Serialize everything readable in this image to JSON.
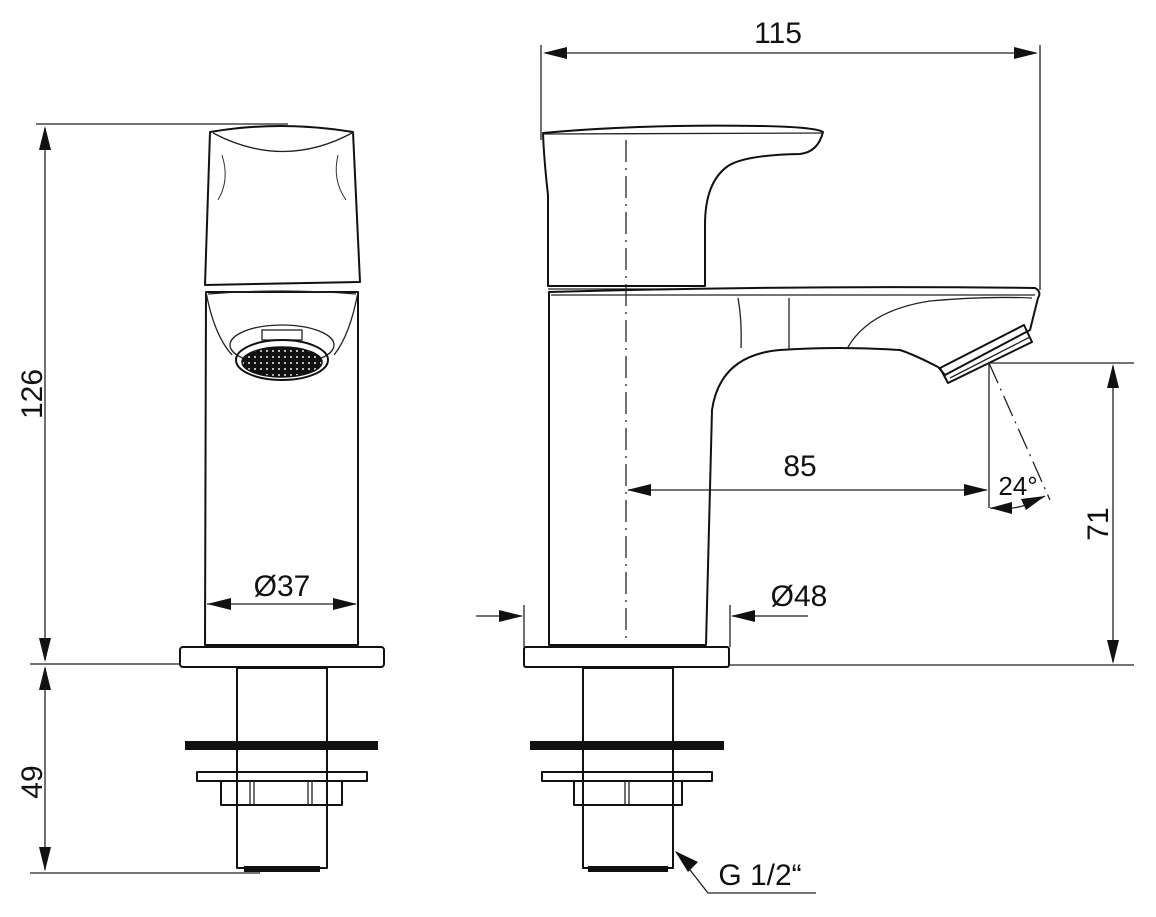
{
  "drawing": {
    "type": "technical-dimension-drawing",
    "subject": "basin pillar tap",
    "views": [
      {
        "name": "front-view"
      },
      {
        "name": "side-view"
      }
    ],
    "units": "mm",
    "line_color": "#111111",
    "background": "#ffffff"
  },
  "dimensions": {
    "total_height": "126",
    "thread_length": "49",
    "body_diameter": "Ø37",
    "overall_length": "115",
    "spout_reach": "85",
    "spout_angle": "24°",
    "spout_height": "71",
    "base_diameter": "Ø48",
    "thread_size": "G 1/2“"
  }
}
